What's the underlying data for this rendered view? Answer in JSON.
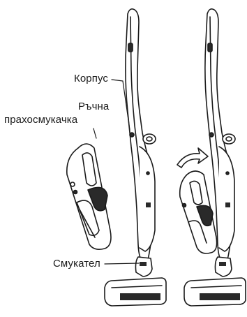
{
  "labels": {
    "body": "Корпус",
    "handheld_line1": "Ръчна",
    "handheld_line2": "прахосмукачка",
    "nozzle": "Смукател"
  },
  "colors": {
    "line": "#1a1a1a",
    "fill": "#ffffff",
    "dark_part": "#2a2a2a"
  }
}
